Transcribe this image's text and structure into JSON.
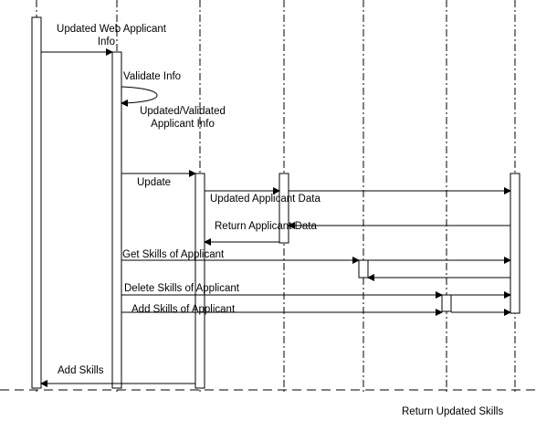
{
  "messages": {
    "updated_web_applicant_info_l1": "Updated Web Applicant",
    "updated_web_applicant_info_l2": "Info",
    "validate_info": "Validate Info",
    "updated_validated_l1": "Updated/Validated",
    "updated_validated_l2": "Applicant Info",
    "update": "Update",
    "updated_applicant_data": "Updated Applicant Data",
    "return_applicant_data": "Return Applicant Data",
    "get_skills_of_applicant": "Get Skills of Applicant",
    "delete_skills_of_applicant": "Delete Skills of Applicant",
    "add_skills_of_applicant": "Add Skills of Applicant",
    "add_skills": "Add Skills",
    "return_updated_skills": "Return Updated Skills"
  }
}
